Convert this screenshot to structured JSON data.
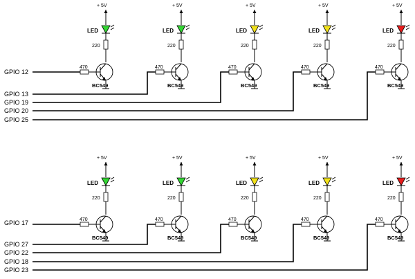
{
  "diagram": {
    "supply_label": "+ 5V",
    "led_label": "LED",
    "led_resistor": "220",
    "base_resistor": "470",
    "transistor": "BC549",
    "colors": {
      "green": "#33d633",
      "yellow": "#f2e21a",
      "red": "#e81c1c",
      "wire": "#000000"
    },
    "rows": [
      {
        "id": "top",
        "gpio": [
          "GPIO 12",
          "GPIO 13",
          "GPIO 19",
          "GPIO 20",
          "GPIO 25"
        ],
        "led_colors": [
          "green",
          "green",
          "yellow",
          "yellow",
          "red"
        ]
      },
      {
        "id": "bottom",
        "gpio": [
          "GPIO 17",
          "GPIO 27",
          "GPIO 22",
          "GPIO 18",
          "GPIO 23"
        ],
        "led_colors": [
          "green",
          "green",
          "yellow",
          "yellow",
          "red"
        ]
      }
    ]
  }
}
